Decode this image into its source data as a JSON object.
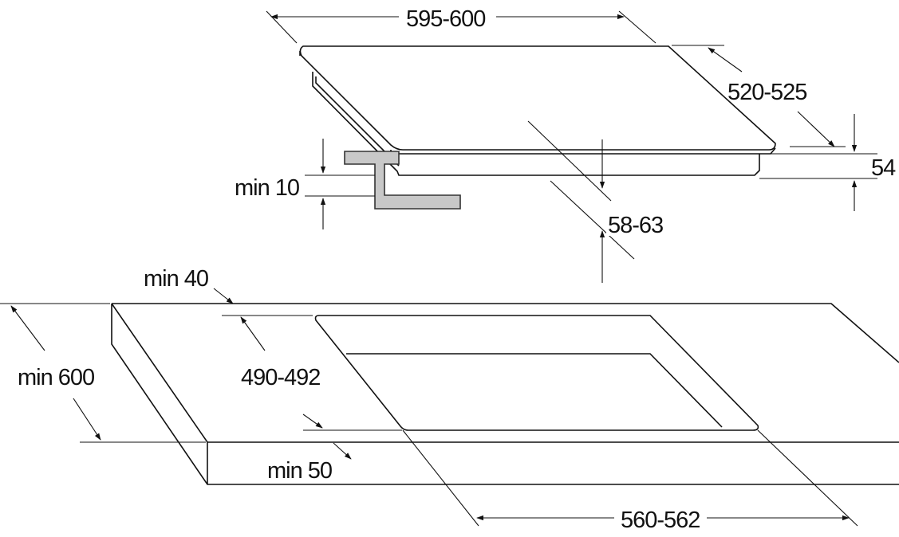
{
  "diagram": {
    "colors": {
      "line": "#111111",
      "bracket_fill": "#c8c8c8",
      "bracket_stroke": "#333333",
      "background": "#ffffff"
    },
    "labels": {
      "hob_width": "595-600",
      "hob_depth": "520-525",
      "hob_height": "54",
      "cutout_depth_clearance": "58-63",
      "bracket_clearance": "min 10",
      "wall_clearance": "min 40",
      "counter_depth": "min 600",
      "cutout_depth": "490-492",
      "front_clearance": "min 50",
      "cutout_width": "560-562"
    }
  }
}
